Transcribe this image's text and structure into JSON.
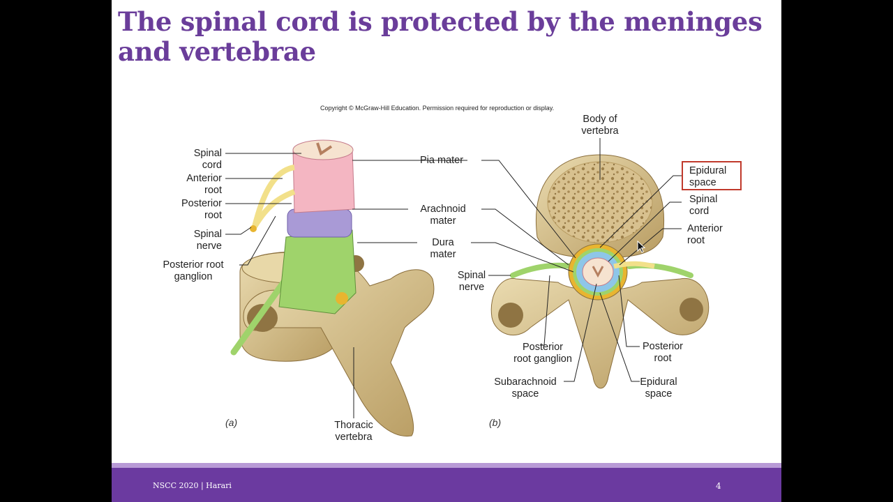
{
  "slide": {
    "title": "The spinal cord is protected by the meninges and vertebrae",
    "copyright": "Copyright © McGraw-Hill Education. Permission required for reproduction or display."
  },
  "diagram_a": {
    "panel_label": "(a)",
    "labels": {
      "spinal_cord": [
        "Spinal",
        "cord"
      ],
      "anterior_root": [
        "Anterior",
        "root"
      ],
      "posterior_root": [
        "Posterior",
        "root"
      ],
      "spinal_nerve": [
        "Spinal",
        "nerve"
      ],
      "posterior_root_ganglion": [
        "Posterior root",
        "ganglion"
      ],
      "pia_mater": [
        "Pia mater"
      ],
      "arachnoid_mater": [
        "Arachnoid",
        "mater"
      ],
      "dura_mater": [
        "Dura",
        "mater"
      ],
      "thoracic_vertebra": [
        "Thoracic",
        "vertebra"
      ]
    }
  },
  "diagram_b": {
    "panel_label": "(b)",
    "labels": {
      "body_of_vertebra": [
        "Body of",
        "vertebra"
      ],
      "epidural_space_top": [
        "Epidural",
        "space"
      ],
      "spinal_cord": [
        "Spinal",
        "cord"
      ],
      "anterior_root": [
        "Anterior",
        "root"
      ],
      "spinal_nerve": [
        "Spinal",
        "nerve"
      ],
      "posterior_root_ganglion": [
        "Posterior",
        "root ganglion"
      ],
      "posterior_root": [
        "Posterior",
        "root"
      ],
      "subarachnoid_space": [
        "Subarachnoid",
        "space"
      ],
      "epidural_space_bottom": [
        "Epidural",
        "space"
      ]
    },
    "highlight_color": "#c0392b"
  },
  "footer": {
    "text": "NSCC 2020 | Harari",
    "page": "4"
  },
  "colors": {
    "title": "#6a3d9a",
    "footer_bar": "#6b3aa0",
    "footer_stripe": "#b89ad6",
    "bone": "#d9c28e",
    "pia": "#f4b6c2",
    "arachnoid": "#a99ad6",
    "dura": "#9fd36b",
    "nerve": "#f2e08a"
  }
}
